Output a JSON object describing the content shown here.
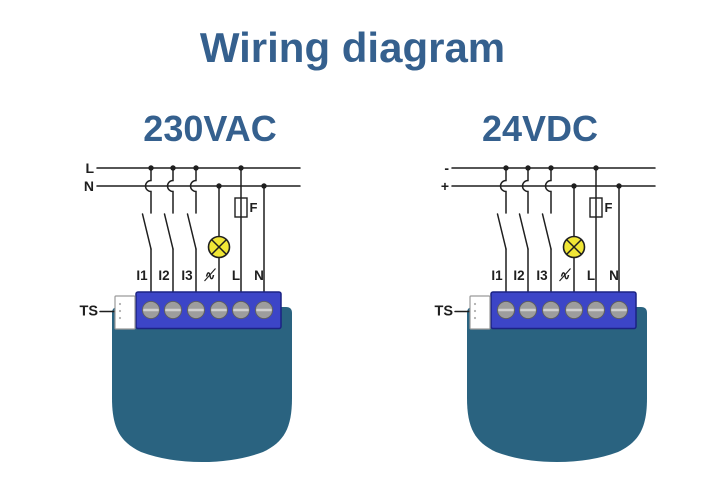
{
  "title": "Wiring diagram",
  "colors": {
    "title_blue": "#35608E",
    "wire": "#1F1F1F",
    "block": "#3C45C7",
    "block_border": "#1B2383",
    "body": "#2A6380",
    "screw": "#9D9D9D",
    "lamp": "#F0E636",
    "connector": "#FFFFFF"
  },
  "diagrams": [
    {
      "id": "230vac",
      "title": "230VAC",
      "supply_labels": [
        "L",
        "N"
      ],
      "terminal_labels": [
        "I1",
        "I2",
        "I3",
        "∿",
        "L",
        "N"
      ],
      "fuse_label": "F",
      "ts_label": "TS"
    },
    {
      "id": "24vdc",
      "title": "24VDC",
      "supply_labels": [
        "-",
        "+"
      ],
      "terminal_labels": [
        "I1",
        "I2",
        "I3",
        "∿",
        "L",
        "N"
      ],
      "fuse_label": "F",
      "ts_label": "TS"
    }
  ]
}
